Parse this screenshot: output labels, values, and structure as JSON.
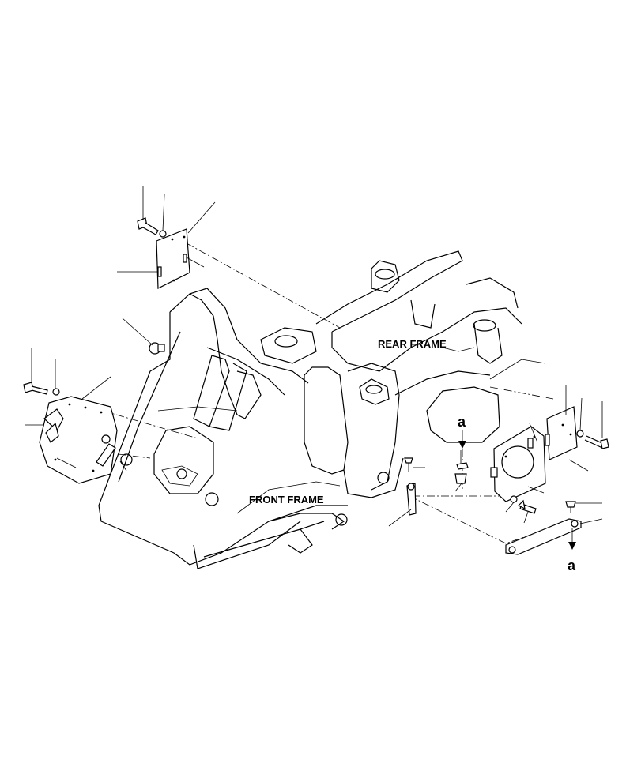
{
  "labels": {
    "rear_frame": "REAR FRAME",
    "front_frame": "FRONT FRAME",
    "ref_top": "a",
    "ref_bottom": "a"
  }
}
